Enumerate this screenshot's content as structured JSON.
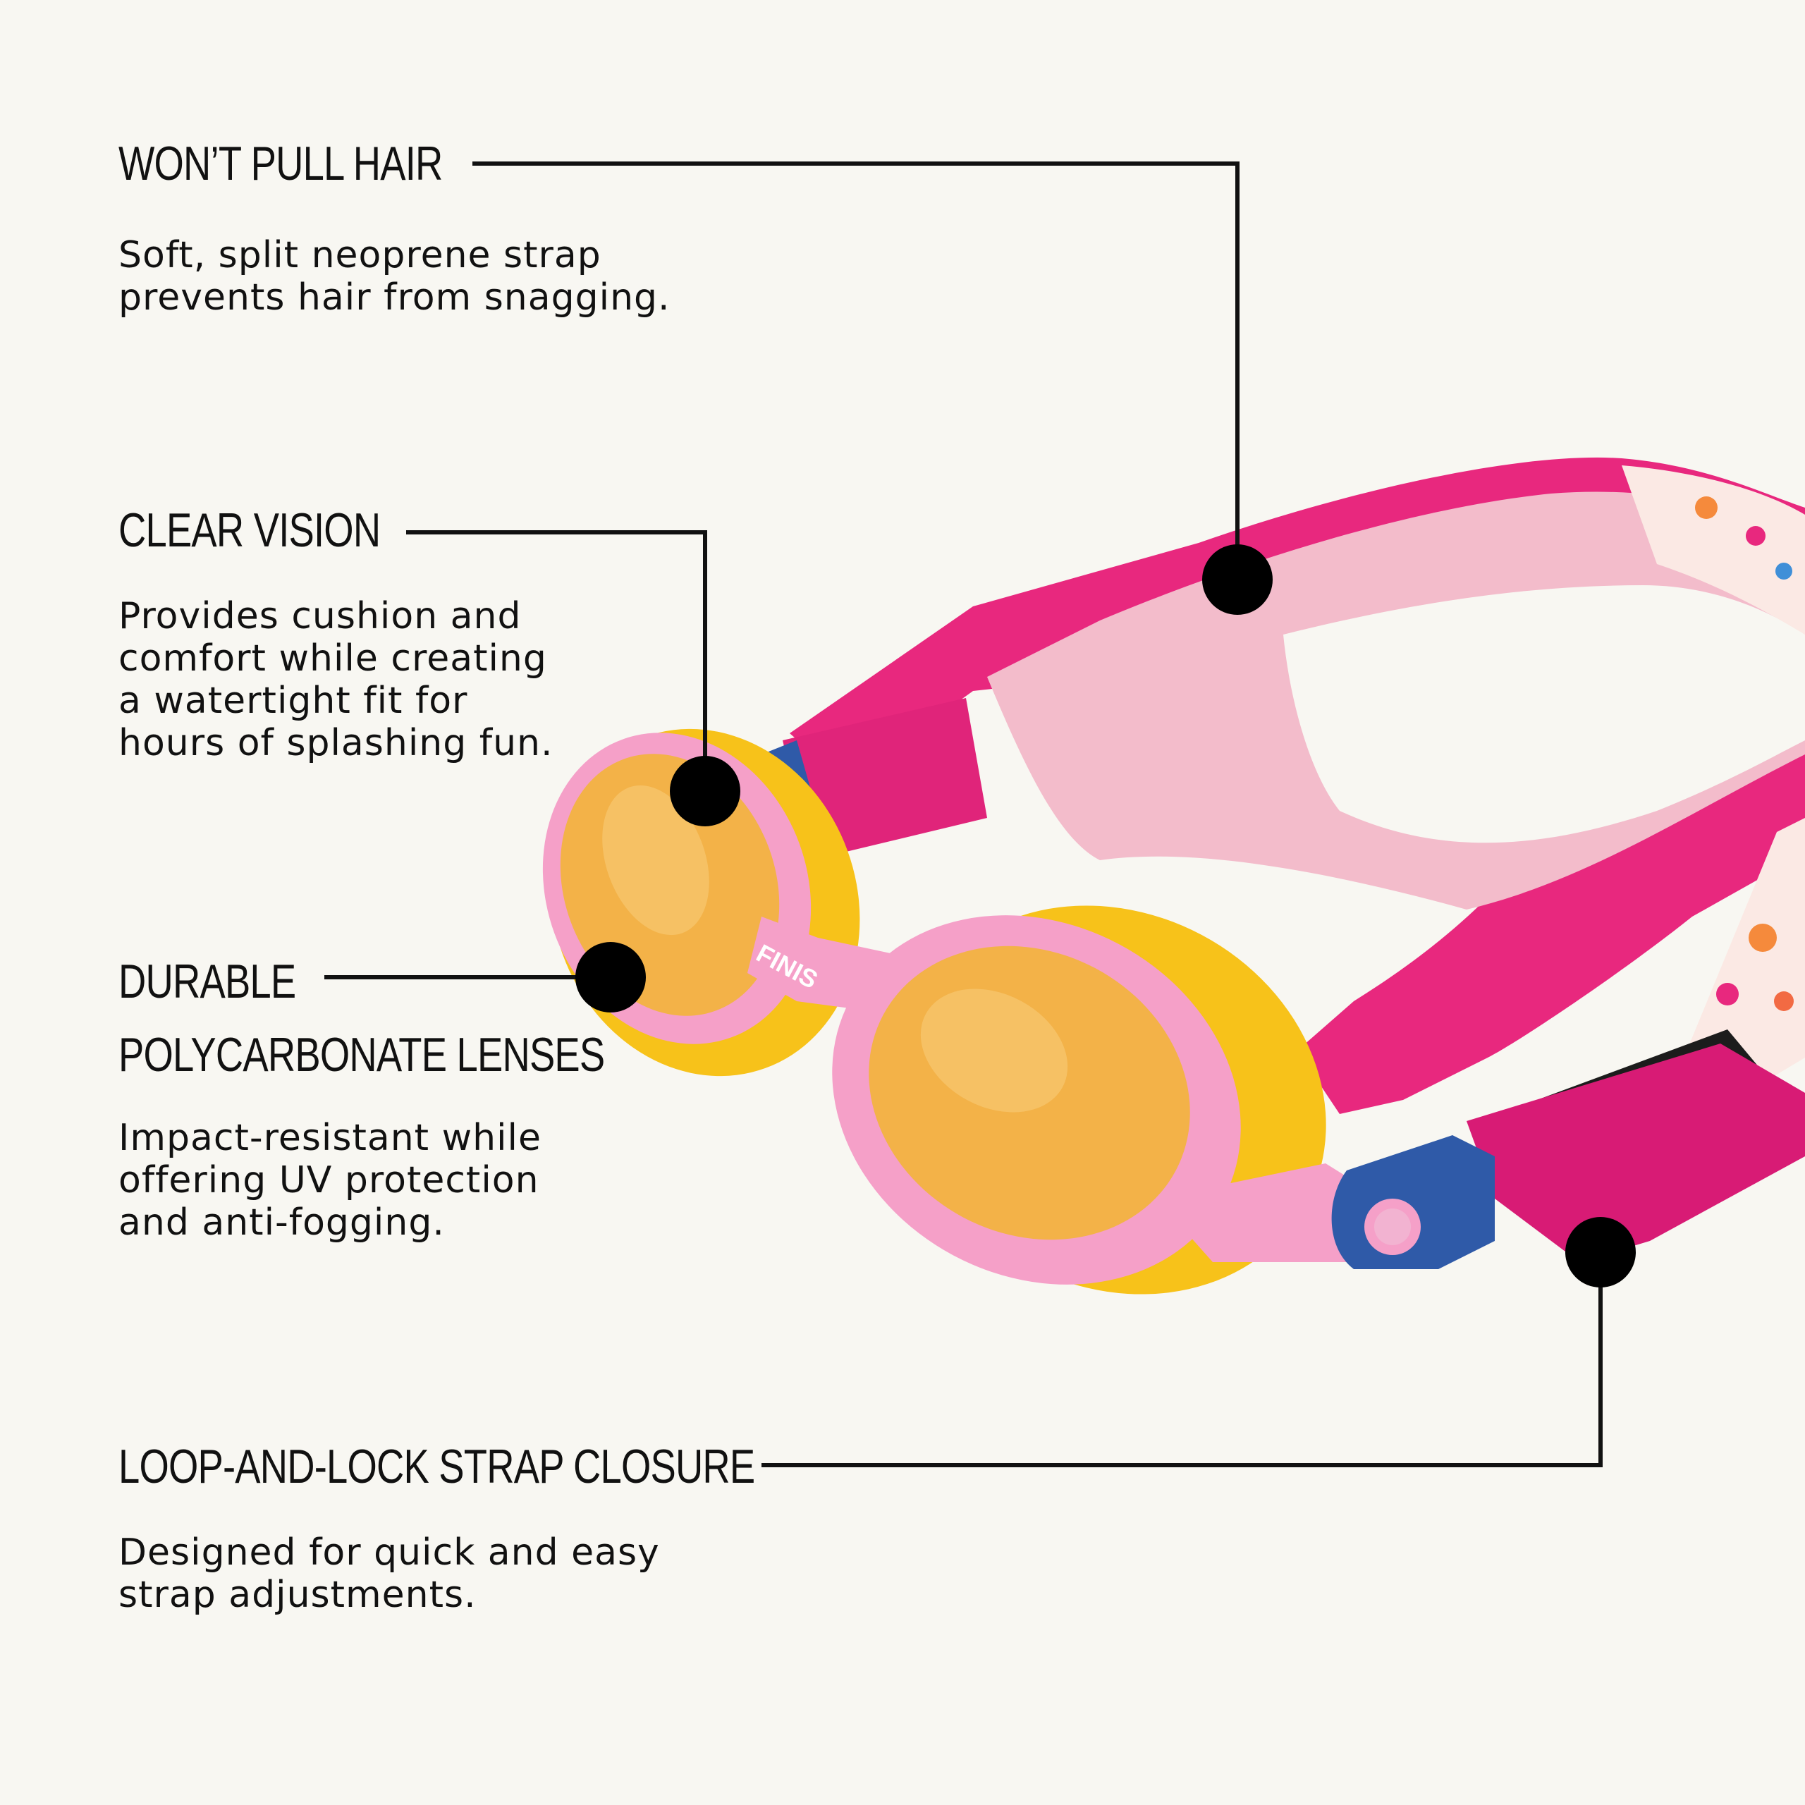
{
  "colors": {
    "background": "#f8f7f2",
    "text": "#111111",
    "strap_pink": "#e8287e",
    "frame_pink": "#f5a0c8",
    "gasket_yellow": "#f7c21a",
    "lens_amber": "#f3b248",
    "buckle_blue": "#2f5aa8"
  },
  "features": [
    {
      "title": "WON’T PULL HAIR",
      "description": "Soft, split neoprene strap\nprevents hair from snagging."
    },
    {
      "title": "CLEAR VISION",
      "description": "Provides cushion and\ncomfort while creating\na watertight fit for\nhours of splashing fun."
    },
    {
      "title": "DURABLE\nPOLYCARBONATE LENSES",
      "description": "Impact-resistant while\noffering UV protection\nand anti-fogging."
    },
    {
      "title": "LOOP-AND-LOCK STRAP CLOSURE",
      "description": "Designed for quick and easy\nstrap adjustments."
    }
  ],
  "product": {
    "brand_mark": "FINIS"
  }
}
